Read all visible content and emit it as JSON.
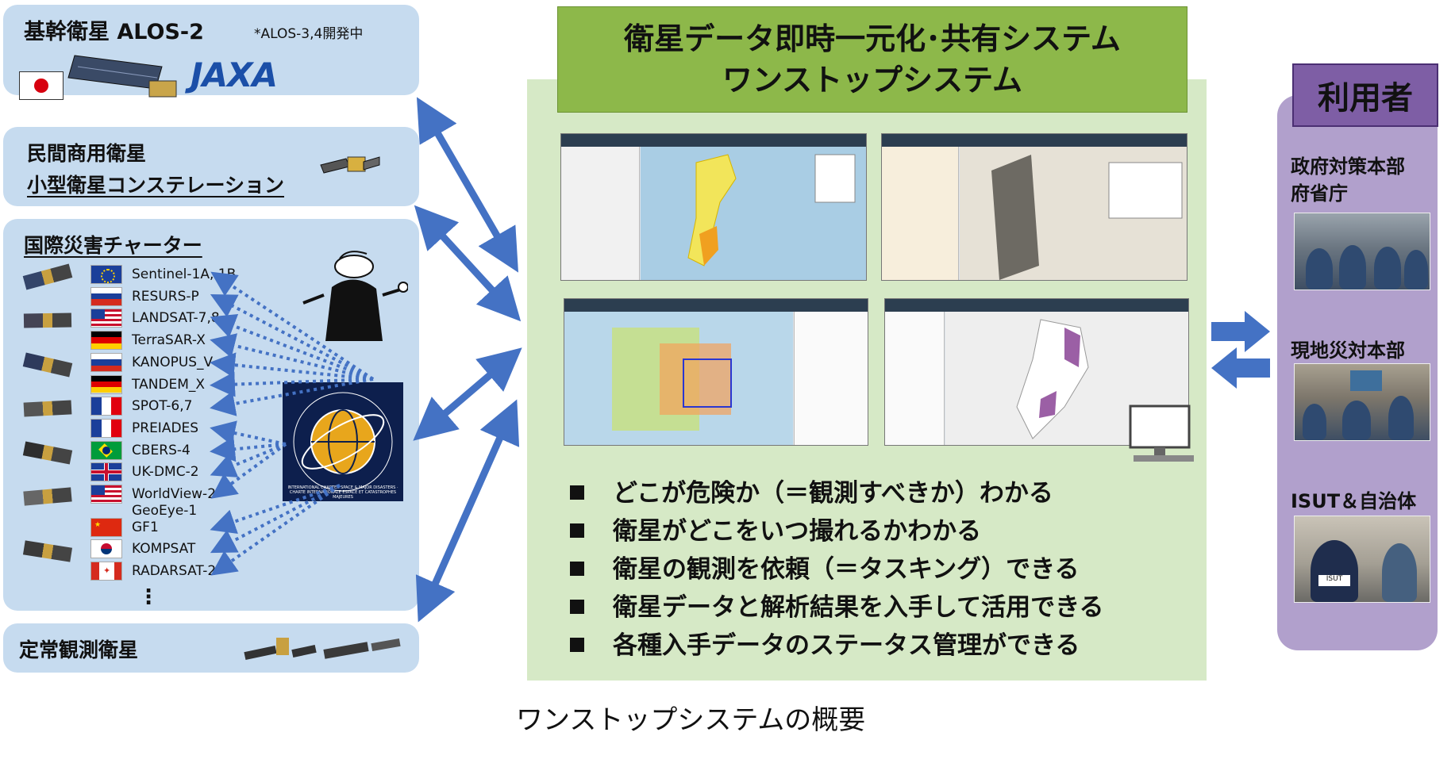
{
  "panels": {
    "alos": {
      "title": "基幹衛星 ALOS-2",
      "note": "*ALOS-3,4開発中",
      "jaxa_logo_text": "JAXA"
    },
    "commercial": {
      "line1": "民間商用衛星",
      "line2": "小型衛星コンステレーション"
    },
    "charter": {
      "title": "国際災害チャーター",
      "satellites": [
        {
          "name": "Sentinel-1A, 1B",
          "flag": "eu"
        },
        {
          "name": "RESURS-P",
          "flag": "ru"
        },
        {
          "name": "LANDSAT-7,8",
          "flag": "us"
        },
        {
          "name": "TerraSAR-X",
          "flag": "de"
        },
        {
          "name": "KANOPUS_V",
          "flag": "ru"
        },
        {
          "name": "TANDEM_X",
          "flag": "de"
        },
        {
          "name": "SPOT-6,7",
          "flag": "fr"
        },
        {
          "name": "PREIADES",
          "flag": "fr"
        },
        {
          "name": "CBERS-4",
          "flag": "br"
        },
        {
          "name": "UK-DMC-2",
          "flag": "uk"
        },
        {
          "name": "WorldView-2",
          "flag": "us"
        },
        {
          "name": "GF1",
          "flag": "cn"
        },
        {
          "name": "KOMPSAT",
          "flag": "kr"
        },
        {
          "name": "RADARSAT-2",
          "flag": "ca"
        }
      ],
      "worldview_extra": "GeoEye-1",
      "ellipsis": "⋮",
      "charter_logo_text": "INTERNATIONAL CHARTER SPACE & MAJOR DISASTERS · CHARTE INTERNATIONALE ESPACE ET CATASTROPHES MAJEURES"
    },
    "routine": {
      "title": "定常観測衛星"
    }
  },
  "center": {
    "title_line1": "衛星データ即時一元化･共有システム",
    "title_line2": "ワンストップシステム",
    "features": [
      "どこが危険か（＝観測すべきか）わかる",
      "衛星がどこをいつ撮れるかわかる",
      "衛星の観測を依頼（＝タスキング）できる",
      "衛星データと解析結果を入手して活用できる",
      "各種入手データのステータス管理ができる"
    ]
  },
  "users": {
    "title": "利用者",
    "groups": [
      {
        "line1": "政府対策本部",
        "line2": "府省庁"
      },
      {
        "line1": "現地災対本部",
        "line2": ""
      },
      {
        "line1": "ISUT＆自治体",
        "line2": ""
      }
    ]
  },
  "caption": "ワンストップシステムの概要",
  "colors": {
    "panel_blue": "#c6dbef",
    "arrow_blue": "#4472c4",
    "center_green": "#d6e9c6",
    "title_green": "#8db84a",
    "user_purple": "#b1a0cc",
    "user_title": "#7e5ea5"
  }
}
